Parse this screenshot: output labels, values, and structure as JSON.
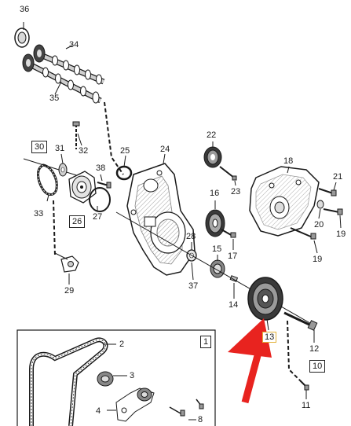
{
  "callouts": {
    "c1": "1",
    "c2": "2",
    "c3": "3",
    "c4": "4",
    "c8": "8",
    "c10": "10",
    "c11": "11",
    "c12": "12",
    "c13": "13",
    "c14": "14",
    "c15": "15",
    "c16": "16",
    "c17": "17",
    "c18": "18",
    "c19a": "19",
    "c19b": "19",
    "c20": "20",
    "c21": "21",
    "c22": "22",
    "c23": "23",
    "c24": "24",
    "c25": "25",
    "c26": "26",
    "c27": "27",
    "c28": "28",
    "c29": "29",
    "c30": "30",
    "c31": "31",
    "c32": "32",
    "c33": "33",
    "c34": "34",
    "c35": "35",
    "c36": "36",
    "c37": "37",
    "c38": "38"
  },
  "colors": {
    "line": "#1a1a1a",
    "part_fill": "#ffffff",
    "part_shade": "#cfcfcf",
    "pulley_dark": "#3a3a3a",
    "highlight_border": "#e3b13a",
    "arrow": "#e8231f"
  }
}
